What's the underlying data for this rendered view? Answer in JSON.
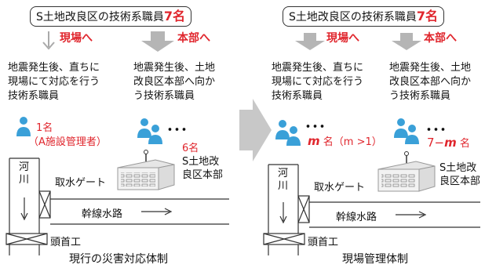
{
  "left": {
    "title_prefix": "S土地改良区の技術系職員",
    "title_count": "7名",
    "to_site": "現場へ",
    "to_hq": "本部へ",
    "desc_site": "地震発生後、直ちに\n現場にて対応を行う\n技術系職員",
    "desc_hq": "地震発生後、土地\n改良区本部へ向か\nう技術系職員",
    "site_count": "1名",
    "site_note": "（A施設管理者）",
    "hq_count": "6名",
    "hq_label": "S土地改\n良区本部",
    "river": "河\n川",
    "gate": "取水ゲート",
    "canal": "幹線水路",
    "headworks": "頭首工",
    "caption": "現行の災害対応体制",
    "dots": "･･･"
  },
  "right": {
    "title_prefix": "S土地改良区の技術系職員",
    "title_count": "7名",
    "to_site": "現場へ",
    "to_hq": "本部へ",
    "desc_site": "地震発生後、直ちに\n現場にて対応を行う\n技術系職員",
    "desc_hq": "地震発生後、土地\n改良区本部へ向か\nう技術系職員",
    "site_count_var": "m",
    "site_count_unit": " 名",
    "site_cond": "（m >1）",
    "hq_count_num": "7−",
    "hq_count_var": "m",
    "hq_count_unit": " 名",
    "hq_label": "S土地改\n良区本部",
    "river": "河\n川",
    "gate": "取水ゲート",
    "canal": "幹線水路",
    "headworks": "頭首工",
    "caption": "現場管理体制",
    "dots": "･･･"
  },
  "colors": {
    "accent": "#e0262d",
    "person": "#3aa0d8",
    "arrow_gray": "#b5b5b5"
  }
}
